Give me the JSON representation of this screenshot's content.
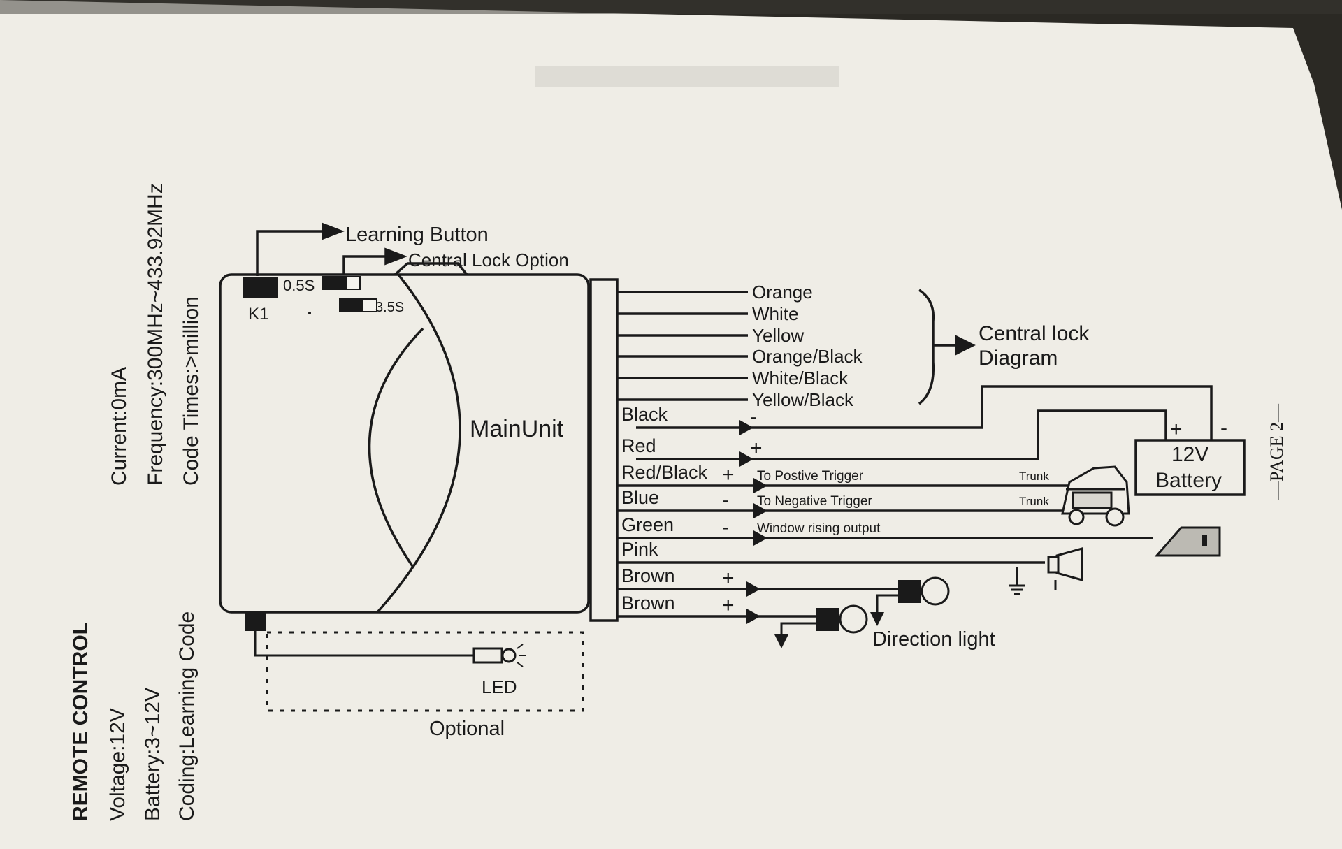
{
  "specs": {
    "heading": "REMOTE CONTROL",
    "voltage": "Voltage:12V",
    "battery": "Battery:3~12V",
    "coding": "Coding:Learning Code",
    "current": "Current:0mA",
    "frequency": "Frequency:300MHz~433.92MHz",
    "code_times": "Code Times:>million"
  },
  "unit": {
    "label": "MainUnit",
    "k1": "K1",
    "learning_button": "Learning Button",
    "central_lock_option": "Central Lock Option",
    "opt_05": "0.5S",
    "opt_35": "3.5S"
  },
  "central_lock_wires": [
    "Orange",
    "White",
    "Yellow",
    "Orange/Black",
    "White/Black",
    "Yellow/Black"
  ],
  "central_lock": {
    "line1": "Central lock",
    "line2": "Diagram"
  },
  "wires": [
    {
      "label": "Black",
      "sign": "-"
    },
    {
      "label": "Red",
      "sign": "+"
    },
    {
      "label": "Red/Black",
      "sign": "+",
      "note": "To Postive Trigger",
      "dest": "Trunk"
    },
    {
      "label": "Blue",
      "sign": "-",
      "note": "To Negative Trigger",
      "dest": "Trunk"
    },
    {
      "label": "Green",
      "sign": "-",
      "note": "Window rising output"
    },
    {
      "label": "Pink"
    },
    {
      "label": "Brown",
      "sign": "+"
    },
    {
      "label": "Brown",
      "sign": "+"
    }
  ],
  "battery": {
    "line1": "12V",
    "line2": "Battery",
    "plus": "+",
    "minus": "-"
  },
  "direction_light": "Direction light",
  "led": "LED",
  "optional": "Optional",
  "page_label": "—PAGE 2—",
  "colors": {
    "paper": "#efede6",
    "ink": "#1a1a1a",
    "backdrop": "#2b2924"
  }
}
